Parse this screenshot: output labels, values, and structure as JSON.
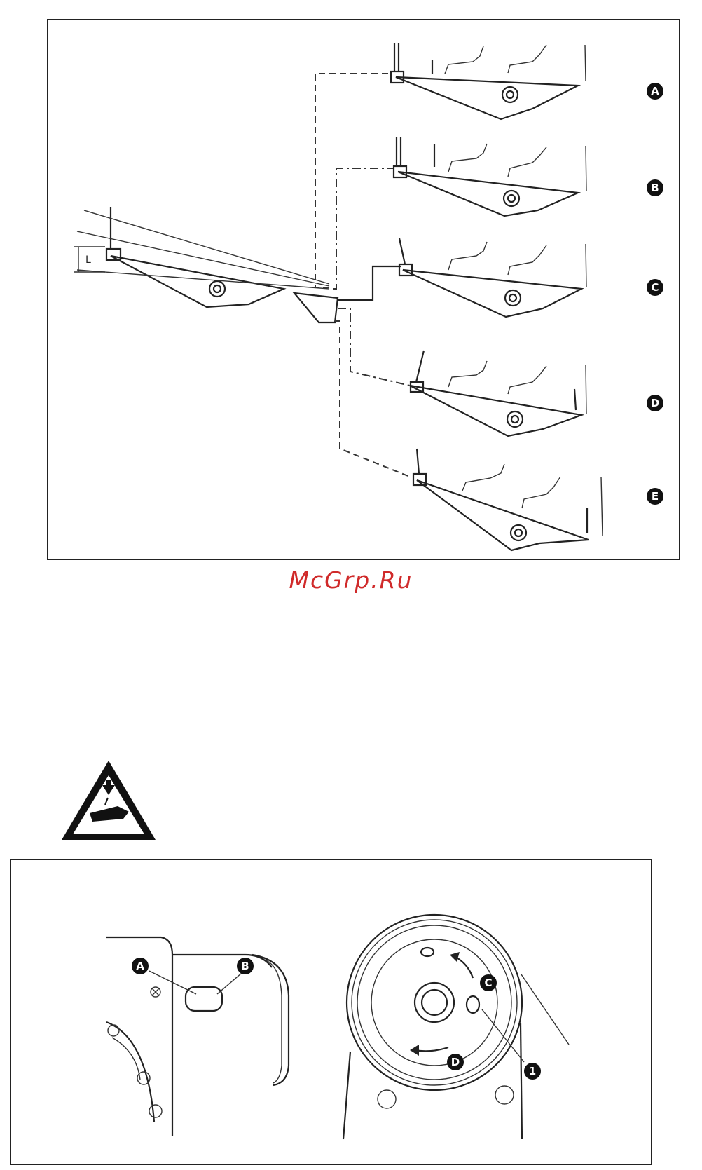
{
  "pedal_diagram": {
    "positions": [
      {
        "id": "A",
        "label": "A"
      },
      {
        "id": "B",
        "label": "B"
      },
      {
        "id": "C",
        "label": "C"
      },
      {
        "id": "D",
        "label": "D"
      },
      {
        "id": "E",
        "label": "E"
      }
    ],
    "dimension_label": "L"
  },
  "watermark": "McGrp.Ru",
  "warning_icon": "hand-crush-warning-icon",
  "wheel_diagram": {
    "labels": {
      "a": "A",
      "b": "B",
      "c": "C",
      "d": "D",
      "screw": "1"
    }
  }
}
